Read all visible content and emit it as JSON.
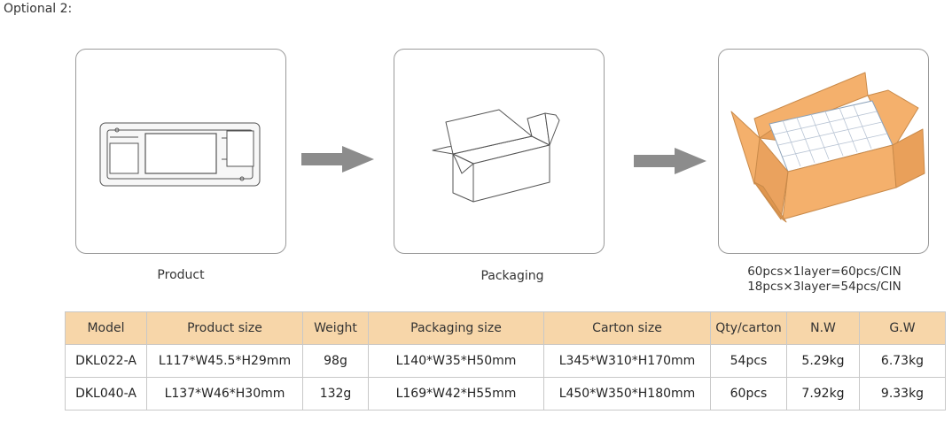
{
  "heading": "Optional 2:",
  "steps": [
    {
      "caption": "Product",
      "icon": "driver-board-icon"
    },
    {
      "caption": "Packaging",
      "icon": "open-box-icon"
    },
    {
      "caption": "",
      "icon": "carton-icon"
    }
  ],
  "carton_notes": [
    "60pcs×1layer=60pcs/CIN",
    "18pcs×3layer=54pcs/CIN"
  ],
  "colors": {
    "header_bg": "#f7d6a9",
    "carton": "#f4b06c",
    "arrow": "#8c8c8c",
    "border": "#c8c8c8"
  },
  "table": {
    "headers": [
      "Model",
      "Product size",
      "Weight",
      "Packaging size",
      "Carton size",
      "Qty/carton",
      "N.W",
      "G.W"
    ],
    "rows": [
      [
        "DKL022-A",
        "L117*W45.5*H29mm",
        "98g",
        "L140*W35*H50mm",
        "L345*W310*H170mm",
        "54pcs",
        "5.29kg",
        "6.73kg"
      ],
      [
        "DKL040-A",
        "L137*W46*H30mm",
        "132g",
        "L169*W42*H55mm",
        "L450*W350*H180mm",
        "60pcs",
        "7.92kg",
        "9.33kg"
      ]
    ]
  }
}
